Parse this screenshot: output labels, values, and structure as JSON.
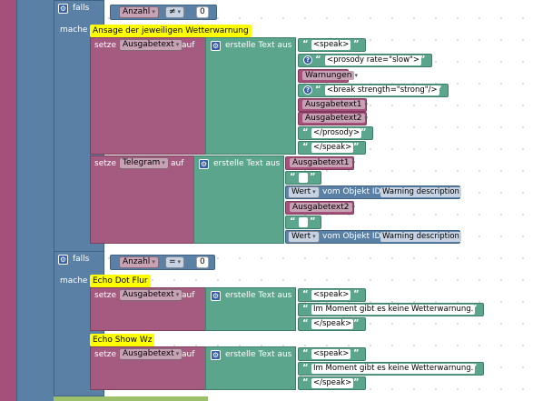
{
  "sidebar": {
    "color_outer": "#a5507a",
    "color_inner": "#5b80a5"
  },
  "if1": {
    "falls_label": "falls",
    "mache_label": "mache",
    "var_name": "Anzahl",
    "operator": "≠",
    "value": "0",
    "comment": "Ansage der jeweiligen Wetterwarnung",
    "setze1": {
      "setze_label": "setze",
      "var_name": "Ausgabetext",
      "auf_label": "auf",
      "create_label": "erstelle Text aus",
      "items": [
        "<speak>",
        "<prosody rate=\"slow\">",
        "Warnungen",
        "<break strength=\"strong\"/>",
        "Ausgabetext1",
        "Ausgabetext2",
        "</prosody>",
        "</speak>"
      ]
    },
    "setze2": {
      "setze_label": "setze",
      "var_name": "Telegram",
      "auf_label": "auf",
      "create_label": "erstelle Text aus",
      "items": [
        "Ausgabetext1",
        "",
        "Wert",
        "vom Objekt ID",
        "Warning description",
        "Ausgabetext2",
        "",
        "Wert",
        "vom Objekt ID",
        "Warning description"
      ]
    }
  },
  "if2": {
    "falls_label": "falls",
    "mache_label": "mache",
    "var_name": "Anzahl",
    "operator": "=",
    "value": "0",
    "comment1": "Echo Dot Flur",
    "setze1": {
      "setze_label": "setze",
      "var_name": "Ausgabetext",
      "auf_label": "auf",
      "create_label": "erstelle Text aus",
      "items": [
        "<speak>",
        "Im Moment gibt es keine Wetterwarnung.",
        "</speak>"
      ]
    },
    "comment2": "Echo Show Wz",
    "setze2": {
      "setze_label": "setze",
      "var_name": "Ausgabetext",
      "auf_label": "auf",
      "create_label": "erstelle Text aus",
      "items": [
        "<speak>",
        "Im Moment gibt es keine Wetterwarnung.",
        "</speak>"
      ]
    }
  },
  "icons": {
    "gear": "gear-icon",
    "question": "question-icon"
  }
}
